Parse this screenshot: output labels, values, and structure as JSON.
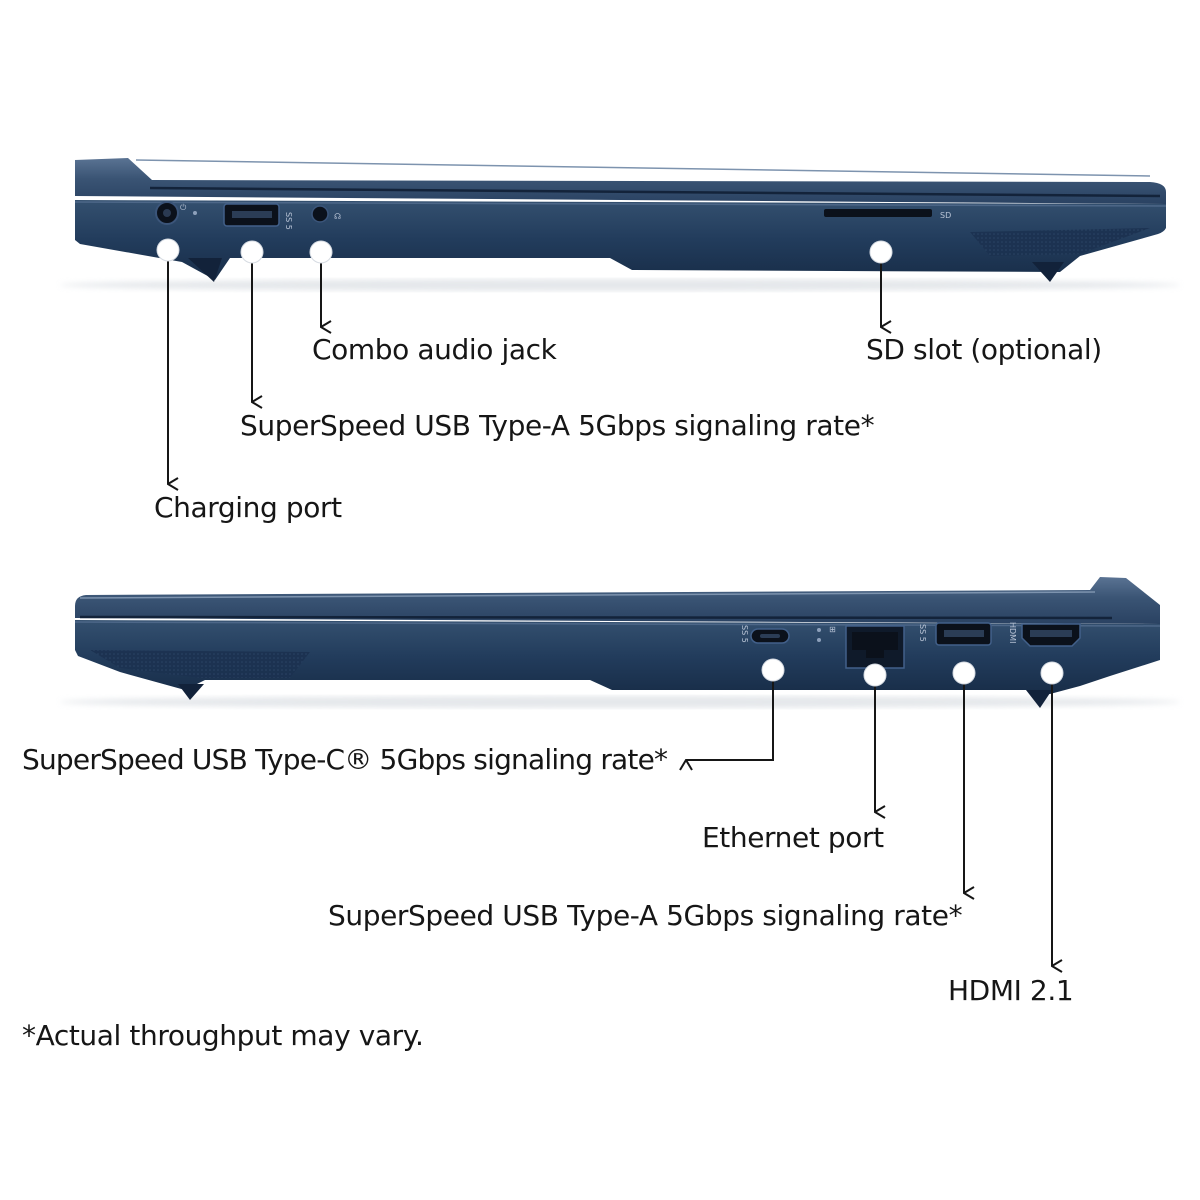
{
  "left_side": {
    "labels": {
      "combo_audio": "Combo audio jack",
      "sd_slot": "SD slot (optional)",
      "usb_a": "SuperSpeed USB Type-A 5Gbps signaling rate*",
      "charging": "Charging port"
    },
    "port_marks": {
      "sd": "SD"
    }
  },
  "right_side": {
    "labels": {
      "usb_c": "SuperSpeed USB Type-C® 5Gbps signaling rate*",
      "ethernet": "Ethernet port",
      "usb_a": "SuperSpeed USB Type-A 5Gbps signaling rate*",
      "hdmi": "HDMI 2.1"
    }
  },
  "footnote": "*Actual throughput may vary.",
  "colors": {
    "chassis_body": "#1f3654",
    "chassis_highlight": "#4c6585",
    "chassis_dark": "#14243c",
    "port": "#0b111b",
    "callout_dot": "#ffffff",
    "callout_line": "#161616",
    "text": "#161616"
  }
}
